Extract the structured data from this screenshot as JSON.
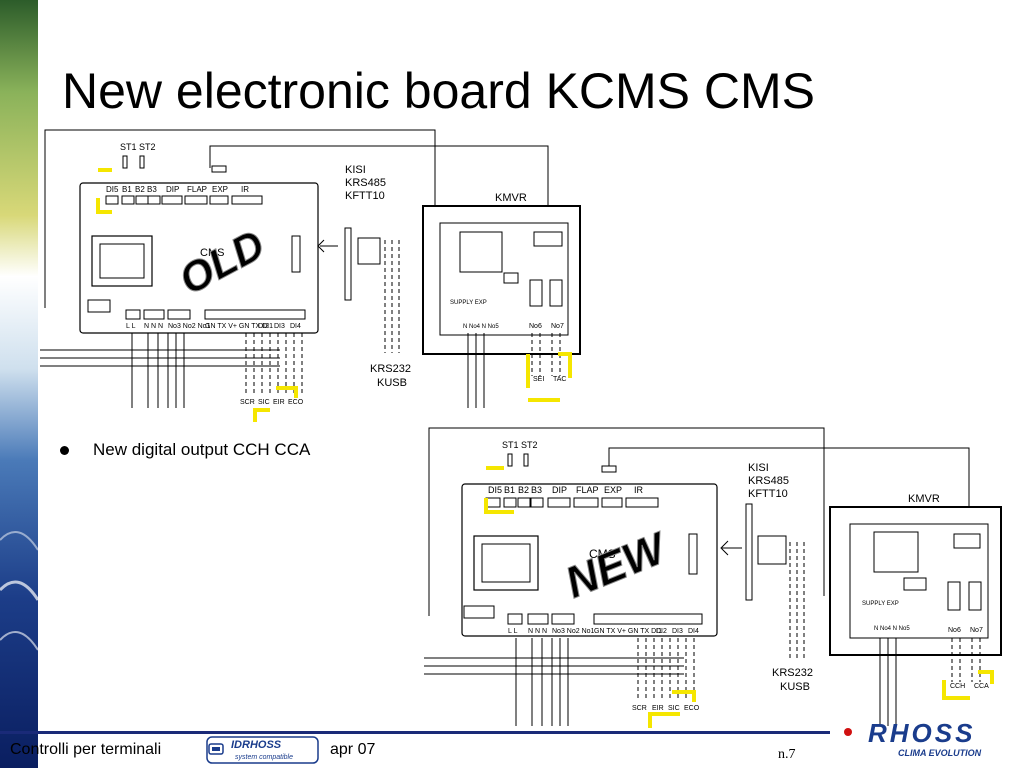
{
  "slide": {
    "title": "New electronic board KCMS CMS",
    "bullet": "New digital output  CCH CCA",
    "footer": {
      "left": "Controlli per terminali",
      "date": "apr 07",
      "page": "n.7"
    }
  },
  "logos": {
    "idrhoss": {
      "name": "IDRHOSS",
      "tagline": "system compatible"
    },
    "rhoss": {
      "name": "RHOSS",
      "tagline": "CLIMA EVOLUTION"
    }
  },
  "diagram_old": {
    "watermark": "OLD",
    "board_label": "CMS",
    "st_labels": "ST1 ST2",
    "top_connectors": [
      "DI5",
      "B1",
      "B2",
      "B3",
      "DIP",
      "FLAP",
      "EXP",
      "IR"
    ],
    "bottom_groups": [
      "L L",
      "N N N",
      "No3 No2 No1",
      "GN TX V+ GN TX DI1",
      "DI2",
      "DI3",
      "DI4"
    ],
    "side_labels": {
      "kisi": "KISI",
      "krs485": "KRS485",
      "kftt10": "KFTT10",
      "krs232": "KRS232",
      "kusb": "KUSB"
    },
    "kmvr": {
      "label": "KMVR",
      "supply": "SUPPLY EXP",
      "outputs": [
        "No6",
        "No7"
      ],
      "inputs": "N No4 N No5"
    },
    "inputs_bottom": [
      "SCR",
      "SIC",
      "EIR",
      "ECO"
    ],
    "outputs_bottom": [
      "SEI",
      "TAC"
    ]
  },
  "diagram_new": {
    "watermark": "NEW",
    "board_label": "CMS",
    "st_labels": "ST1 ST2",
    "top_connectors": [
      "DI5",
      "B1",
      "B2",
      "B3",
      "DIP",
      "FLAP",
      "EXP",
      "IR"
    ],
    "bottom_groups": [
      "L L",
      "N N N",
      "No3 No2 No1",
      "GN TX V+ GN TX DI1",
      "DI2",
      "DI3",
      "DI4"
    ],
    "side_labels": {
      "kisi": "KISI",
      "krs485": "KRS485",
      "kftt10": "KFTT10",
      "krs232": "KRS232",
      "kusb": "KUSB"
    },
    "kmvr": {
      "label": "KMVR",
      "supply": "SUPPLY EXP",
      "outputs": [
        "No6",
        "No7"
      ],
      "inputs": "N No4 N No5"
    },
    "inputs_bottom": [
      "SCR",
      "EIR",
      "SIC",
      "ECO"
    ],
    "outputs_bottom": [
      "CCH",
      "CCA"
    ]
  },
  "colors": {
    "highlight": "#f5e600",
    "footer_line": "#1a2a78",
    "brand_blue": "#1a3c8c",
    "brand_red": "#d01010"
  }
}
